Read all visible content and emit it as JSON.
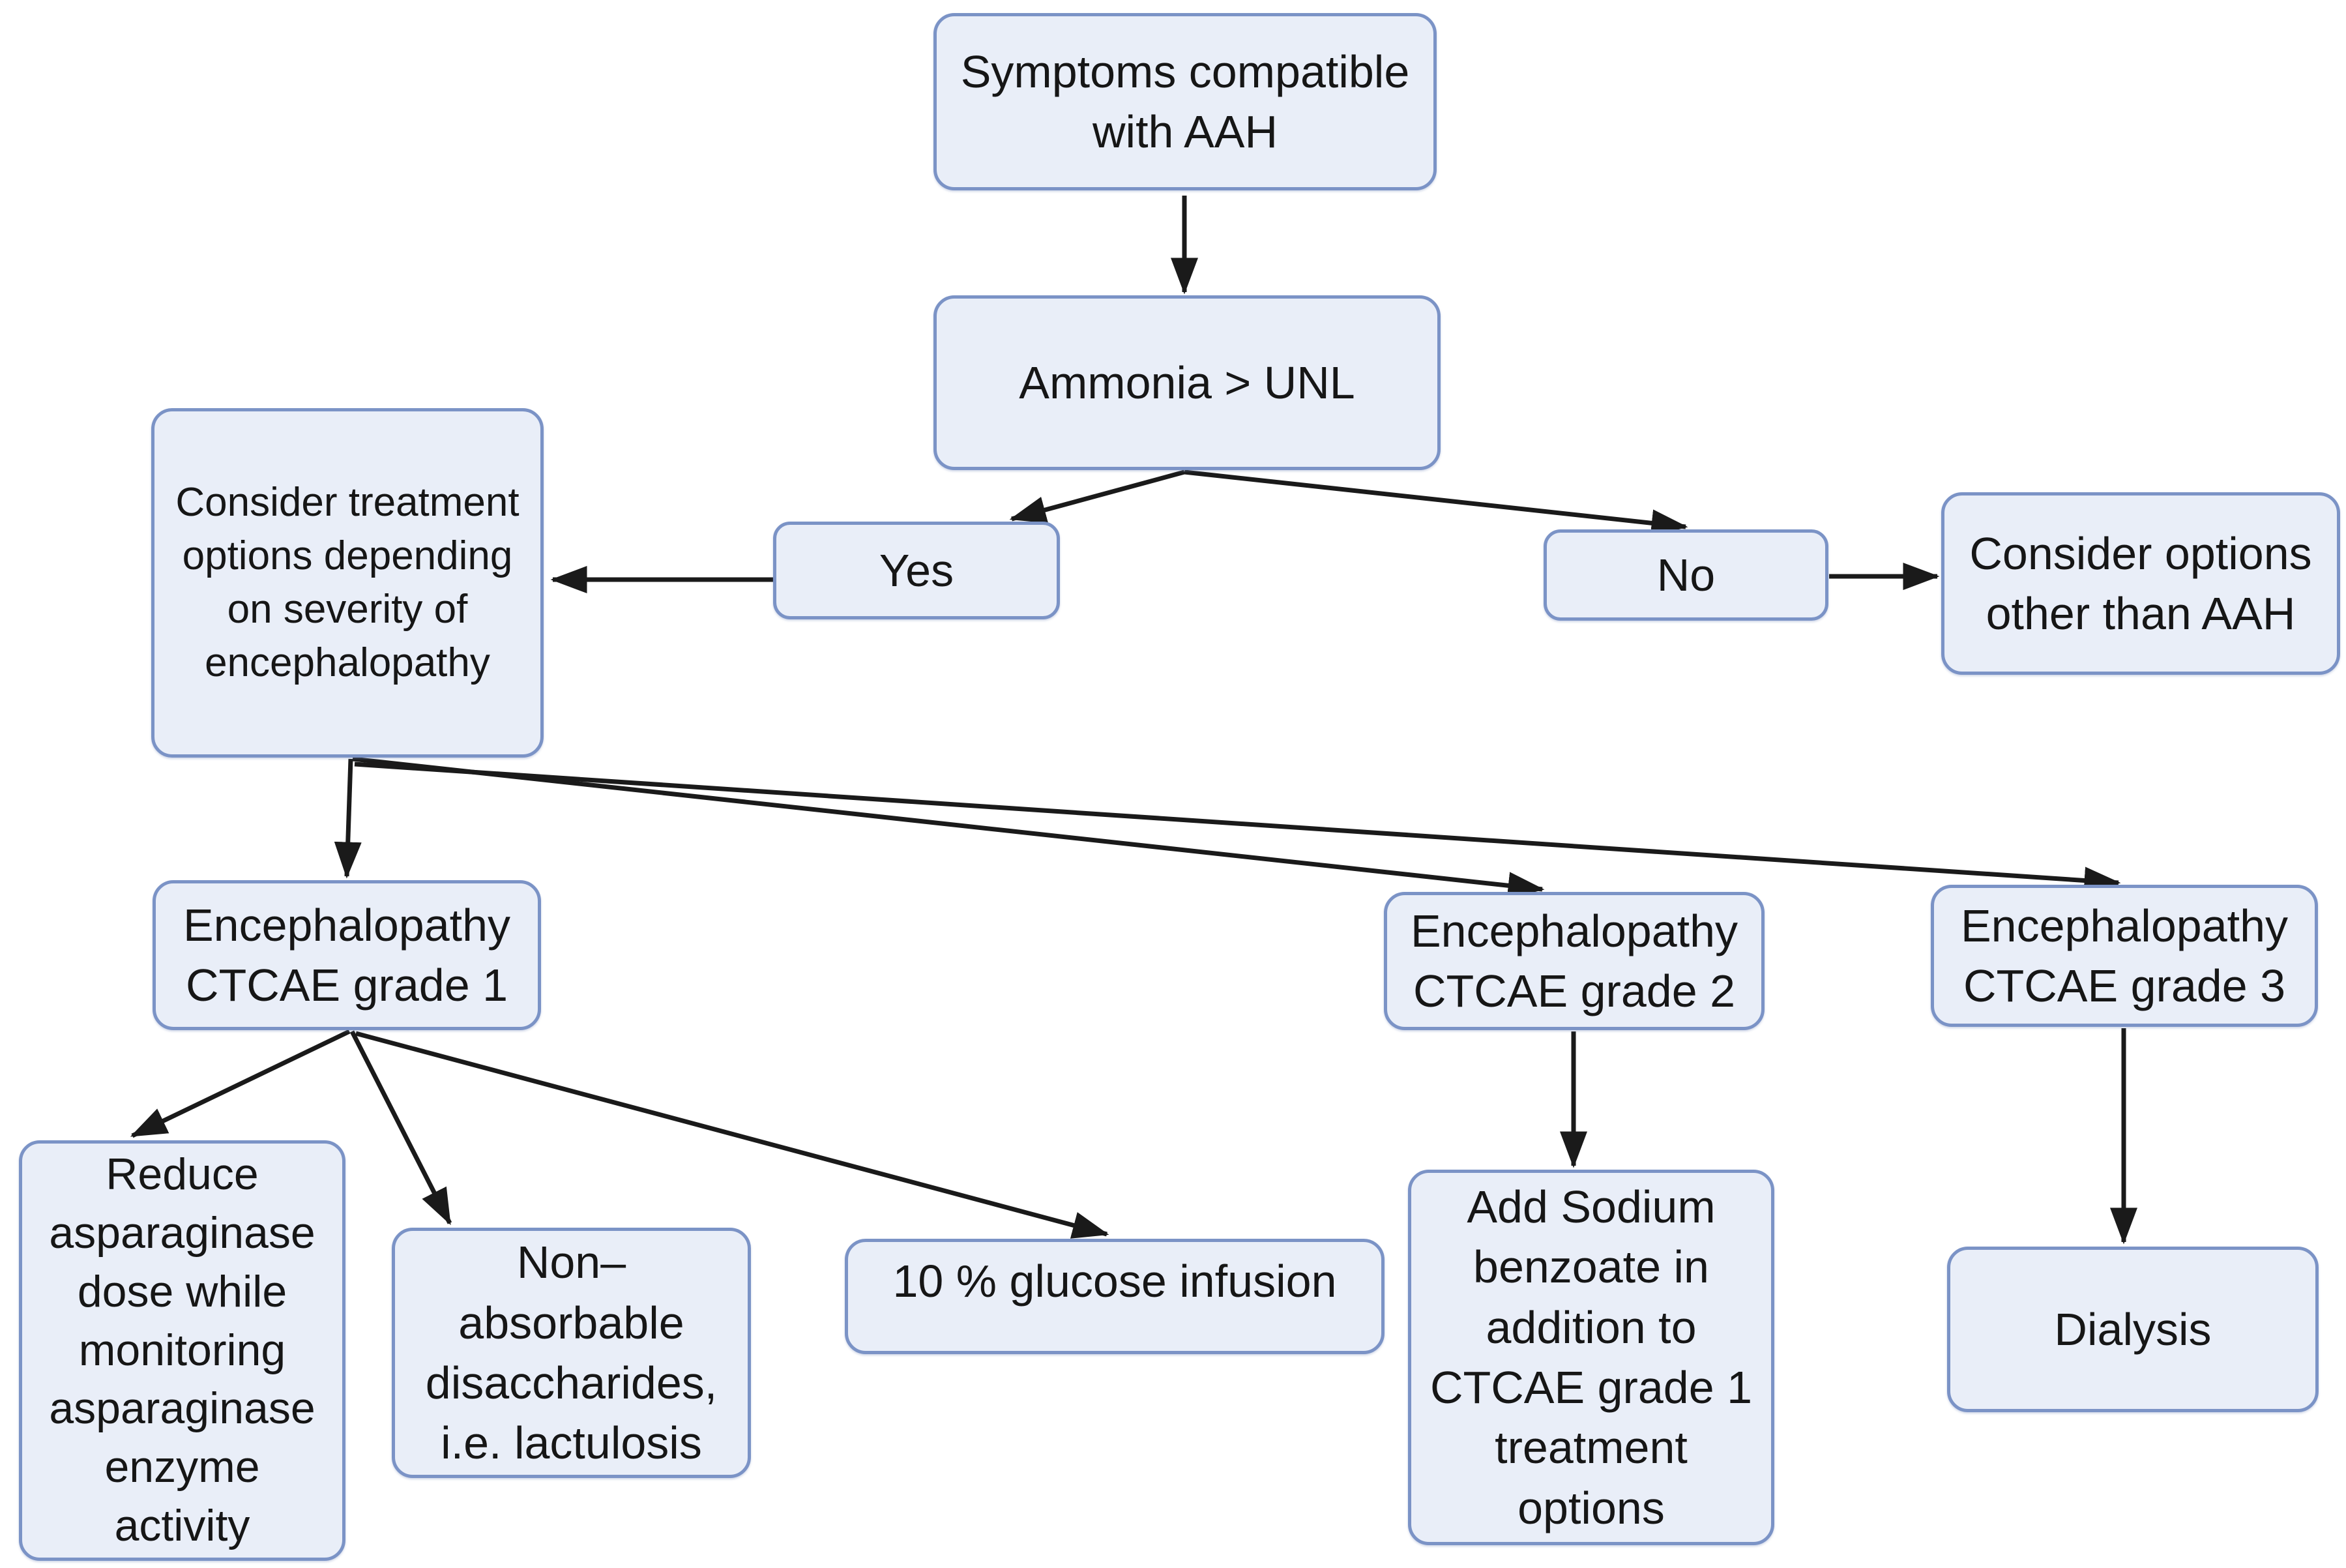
{
  "diagram": {
    "type": "flowchart",
    "colors": {
      "node_fill": "#e9eef8",
      "node_border": "#7b93c6",
      "arrow": "#1a1a1a",
      "background": "#ffffff",
      "text": "#161616"
    },
    "nodes": {
      "symptoms": {
        "label": "Symptoms compatible with AAH"
      },
      "ammonia": {
        "label": "Ammonia > UNL"
      },
      "yes": {
        "label": "Yes"
      },
      "no": {
        "label": "No"
      },
      "consider_other": {
        "label": "Consider options other than AAH"
      },
      "consider_treatment": {
        "label": "Consider treatment options depending on severity of encephalopathy"
      },
      "grade1": {
        "label": "Encephalopathy CTCAE grade 1"
      },
      "grade2": {
        "label": "Encephalopathy CTCAE grade 2"
      },
      "grade3": {
        "label": "Encephalopathy CTCAE grade 3"
      },
      "reduce": {
        "label": "Reduce asparaginase dose while monitoring asparaginase enzyme activity"
      },
      "disaccharides": {
        "label": "Non–absorbable disaccharides, i.e. lactulosis"
      },
      "glucose": {
        "label": "10 % glucose infusion"
      },
      "sodium_benzoate": {
        "label": "Add Sodium benzoate in addition to CTCAE grade 1 treatment options"
      },
      "dialysis": {
        "label": "Dialysis"
      }
    },
    "edges": [
      {
        "from": "symptoms",
        "to": "ammonia"
      },
      {
        "from": "ammonia",
        "to": "yes"
      },
      {
        "from": "ammonia",
        "to": "no"
      },
      {
        "from": "yes",
        "to": "consider_treatment"
      },
      {
        "from": "no",
        "to": "consider_other"
      },
      {
        "from": "consider_treatment",
        "to": "grade1"
      },
      {
        "from": "consider_treatment",
        "to": "grade2"
      },
      {
        "from": "consider_treatment",
        "to": "grade3"
      },
      {
        "from": "grade1",
        "to": "reduce"
      },
      {
        "from": "grade1",
        "to": "disaccharides"
      },
      {
        "from": "grade1",
        "to": "glucose"
      },
      {
        "from": "grade2",
        "to": "sodium_benzoate"
      },
      {
        "from": "grade3",
        "to": "dialysis"
      }
    ]
  }
}
